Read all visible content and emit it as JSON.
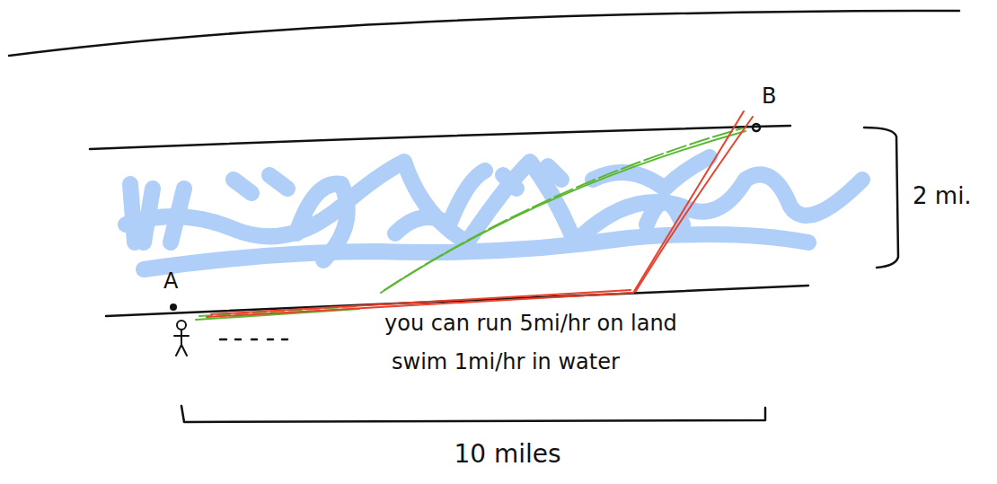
{
  "diagram": {
    "labels": [
      "A",
      "B",
      "2 mi.",
      "you can run 5mi/hr on land",
      "swim 1mi/hr in water",
      "10 miles"
    ]
  }
}
